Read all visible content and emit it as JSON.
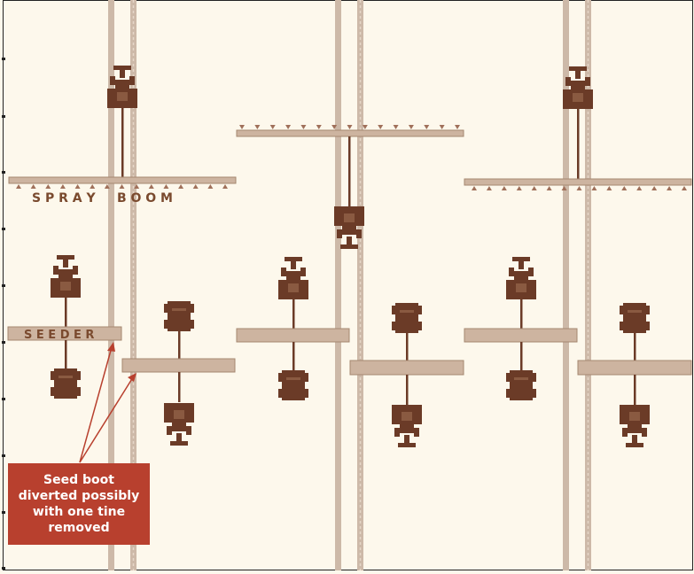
{
  "labels": {
    "spray_boom": "S P R A Y     B O O M",
    "seeder": "S E E D E R"
  },
  "callout": {
    "text": "Seed boot diverted possibly with one tine removed"
  },
  "colors": {
    "background": "#fdf8ec",
    "tractor": "#6b3b27",
    "implement": "#cdb4a0",
    "implement_stroke": "#a58770",
    "row": "#cdb9a8",
    "callout": "#b8402e",
    "arrow": "#b8402e"
  }
}
